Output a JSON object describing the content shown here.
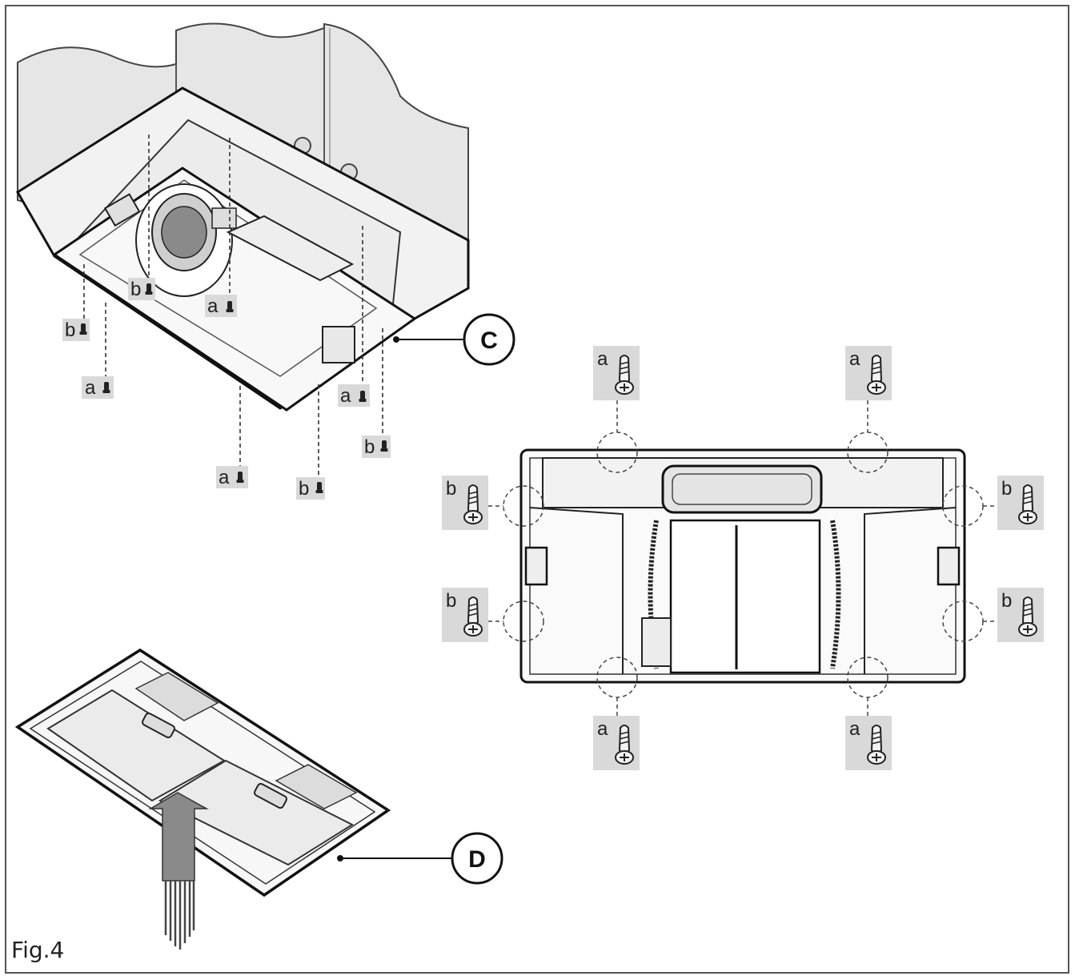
{
  "figure": {
    "caption": "Fig.4"
  },
  "callouts": {
    "c": "C",
    "d": "D"
  },
  "screw_labels": {
    "a": "a",
    "b": "b"
  },
  "colors": {
    "line": "#111111",
    "tag_fill": "#d9d9d9",
    "cabinet": "#e6e6e6",
    "hood": "#f4f4f4",
    "filter_arrow": "#8a8a8a"
  },
  "icons": [
    "hood-3d-icon",
    "hood-top-view-icon",
    "filter-panel-icon",
    "screw-icon",
    "airflow-arrow-icon"
  ]
}
